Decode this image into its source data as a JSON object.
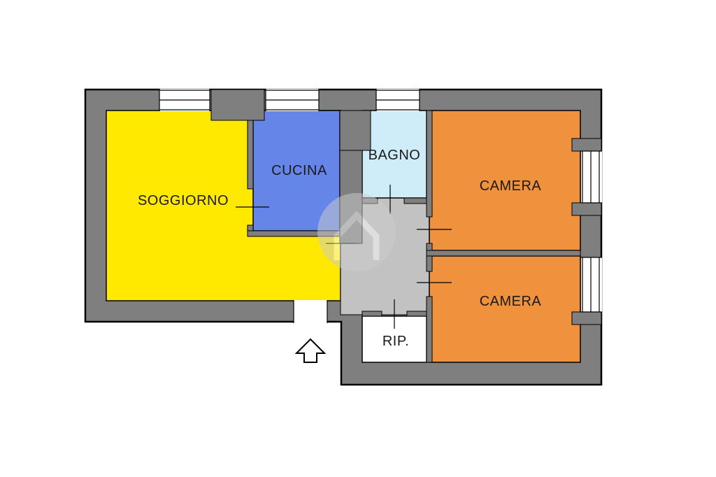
{
  "floorplan": {
    "rooms": [
      {
        "id": "soggiorno",
        "label": "SOGGIORNO",
        "color": "#FFE900"
      },
      {
        "id": "cucina",
        "label": "CUCINA",
        "color": "#6585E8"
      },
      {
        "id": "bagno",
        "label": "BAGNO",
        "color": "#CEEDF8"
      },
      {
        "id": "camera-1",
        "label": "CAMERA",
        "color": "#F0923D"
      },
      {
        "id": "camera-2",
        "label": "CAMERA",
        "color": "#F0923D"
      },
      {
        "id": "ripostiglio",
        "label": "RIP.",
        "color": "#FFFFFF"
      },
      {
        "id": "corridoio",
        "label": "",
        "color": "#C2C2C2"
      }
    ],
    "colors": {
      "wall": "#7F7F7F",
      "outline": "#000000",
      "background": "#FFFFFF",
      "watermark_circle": "#CDCDCD",
      "watermark_glyph": "#FFFFFF"
    }
  }
}
